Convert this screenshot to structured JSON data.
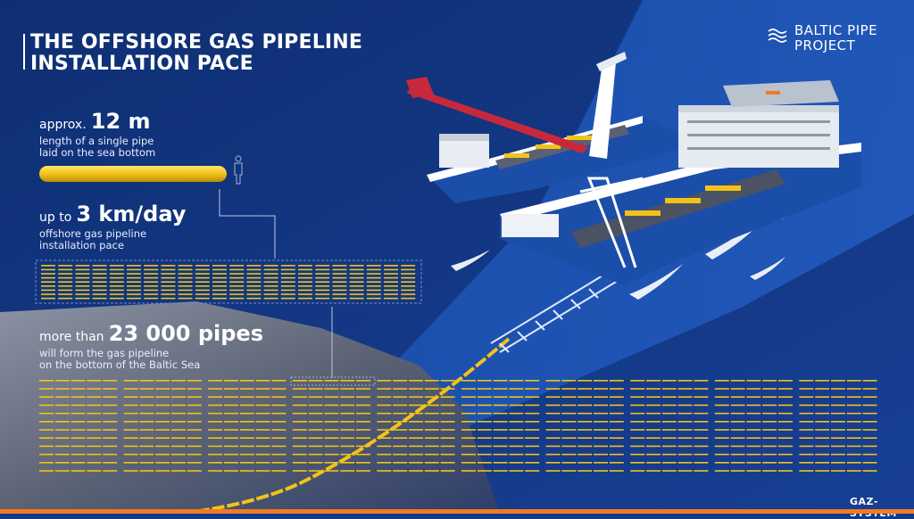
{
  "header": {
    "title_lines": [
      "THE OFFSHORE GAS PIPELINE",
      "INSTALLATION PACE"
    ]
  },
  "logo": {
    "lines": [
      "BALTIC PIPE",
      "PROJECT"
    ]
  },
  "stats": [
    {
      "prefix": "approx.",
      "value": "12 m",
      "description": [
        "length of a single pipe",
        "laid on the sea bottom"
      ]
    },
    {
      "prefix": "up to",
      "value": "3 km/day",
      "description": [
        "offshore gas pipeline",
        "installation pace"
      ]
    },
    {
      "prefix": "more than",
      "value": "23 000 pipes",
      "description": [
        "will form the gas pipeline",
        "on the bottom of the Baltic Sea"
      ]
    }
  ],
  "brand": {
    "name": "GAZ-SYSTEM"
  },
  "colors": {
    "background_dark": "#0f2f73",
    "background_mid": "#1a4fb0",
    "pipe_yellow": "#f2c318",
    "accent_orange": "#f47a20",
    "crane_red": "#c8283c",
    "seabed_gray": "#6b7283"
  }
}
